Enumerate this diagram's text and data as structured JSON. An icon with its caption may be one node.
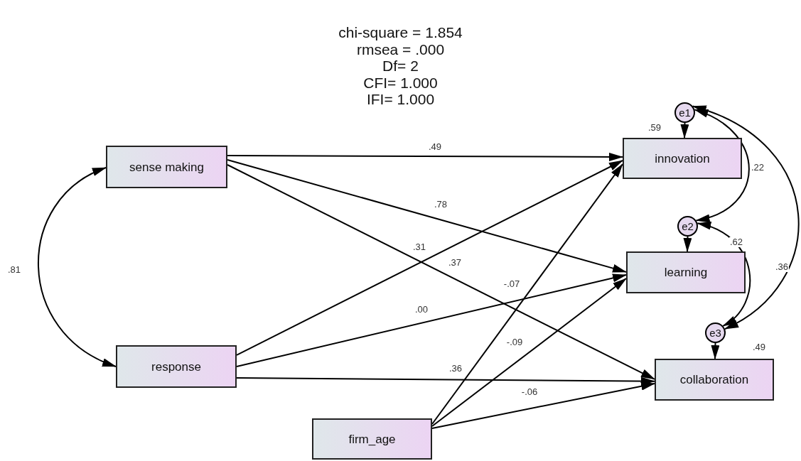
{
  "diagram": {
    "nodes": [
      {
        "text": [
          "sense making"
        ]
      },
      {
        "text": [
          "response"
        ]
      },
      {
        "text": [
          "firm_age"
        ]
      },
      {
        "text": [
          "innovation"
        ],
        "beside": [
          ".59"
        ]
      },
      {
        "text": [
          "learning"
        ]
      },
      {
        "text": [
          "collaboration"
        ],
        "beside": [
          ".49"
        ]
      },
      {
        "text": [
          "e1"
        ]
      },
      {
        "text": [
          "e2"
        ]
      },
      {
        "text": [
          "e3"
        ]
      }
    ],
    "edges": [
      {
        "from": 0,
        "to": 1,
        "arrow": "both",
        "label": ".81"
      },
      {
        "from": 0,
        "to": 3,
        "arrow": "to",
        "label": ".49"
      },
      {
        "from": 0,
        "to": 4,
        "arrow": "to",
        "label": ".78"
      },
      {
        "from": 0,
        "to": 5,
        "arrow": "to",
        "label": ".37"
      },
      {
        "from": 1,
        "to": 3,
        "arrow": "to",
        "label": ".31"
      },
      {
        "from": 1,
        "to": 4,
        "arrow": "to",
        "label": ".00"
      },
      {
        "from": 1,
        "to": 5,
        "arrow": "to",
        "label": ".36"
      },
      {
        "from": 2,
        "to": 3,
        "arrow": "to",
        "label": "-.07"
      },
      {
        "from": 2,
        "to": 4,
        "arrow": "to",
        "label": "-.09"
      },
      {
        "from": 2,
        "to": 5,
        "arrow": "to",
        "label": "-.06"
      },
      {
        "from": 6,
        "to": 3,
        "arrow": "to"
      },
      {
        "from": 7,
        "to": 4,
        "arrow": "to"
      },
      {
        "from": 8,
        "to": 5,
        "arrow": "to"
      },
      {
        "from": 6,
        "to": 7,
        "arrow": "both",
        "label": ".22"
      },
      {
        "from": 7,
        "to": 8,
        "arrow": "both",
        "label": ".62"
      },
      {
        "from": 6,
        "to": 8,
        "arrow": "both",
        "label": ".36"
      }
    ],
    "labels": [
      "chi-square = 1.854",
      "rmsea = .000",
      "Df= 2",
      "CFI= 1.000",
      "IFI= 1.000"
    ]
  }
}
